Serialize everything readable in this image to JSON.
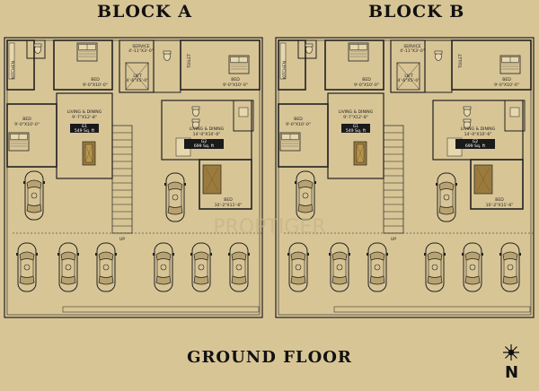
{
  "titles": {
    "block_a": "BLOCK A",
    "block_b": "BLOCK B",
    "floor": "GROUND FLOOR"
  },
  "compass": {
    "north_label": "N"
  },
  "watermark": "PROPTIGER",
  "colors": {
    "paper": "#d8c596",
    "line": "#222222",
    "wood": "#9a7b3d",
    "dark_box": "#1a1a1a"
  },
  "rooms": {
    "kitchen": "KITCHEN",
    "bed1": "BED",
    "bed1_size": "9'-0\"X10'-0\"",
    "service": "SERVICE",
    "service_size": "4'-11\"X3'-0\"",
    "lift": "LIFT",
    "lift_size": "4'-6\"X5'-0\"",
    "toilet": "TOILET",
    "bed2": "BED",
    "bed2_size": "9'-0\"X10'-0\"",
    "bed3": "BED",
    "bed3_size": "9'-0\"X10'-0\"",
    "living_left": "LIVING & DINING",
    "living_left_size": "9'-7\"X12'-8\"",
    "living_right": "LIVING & DINING",
    "living_right_size": "14'-0\"X10'-6\"",
    "bed4": "BED",
    "bed4_size": "10'-2\"X11'-6\"",
    "up": "UP",
    "g1": "G1",
    "g1_area": "549 Sq. ft",
    "g2": "G2",
    "g2_area": "699 Sq. ft"
  }
}
